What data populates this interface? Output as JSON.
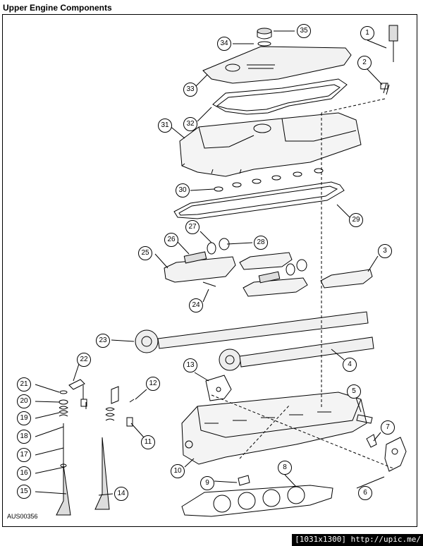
{
  "title": "Upper Engine Components",
  "figure_code": "AUS00356",
  "watermark": "[1031x1300] http://upic.me/",
  "callouts": [
    {
      "id": "c1",
      "label": "1"
    },
    {
      "id": "c2",
      "label": "2"
    },
    {
      "id": "c3",
      "label": "3"
    },
    {
      "id": "c4",
      "label": "4"
    },
    {
      "id": "c5",
      "label": "5"
    },
    {
      "id": "c6",
      "label": "6"
    },
    {
      "id": "c7",
      "label": "7"
    },
    {
      "id": "c8",
      "label": "8"
    },
    {
      "id": "c9",
      "label": "9"
    },
    {
      "id": "c10",
      "label": "10"
    },
    {
      "id": "c11",
      "label": "11"
    },
    {
      "id": "c12",
      "label": "12"
    },
    {
      "id": "c13",
      "label": "13"
    },
    {
      "id": "c14",
      "label": "14"
    },
    {
      "id": "c15",
      "label": "15"
    },
    {
      "id": "c16",
      "label": "16"
    },
    {
      "id": "c17",
      "label": "17"
    },
    {
      "id": "c18",
      "label": "18"
    },
    {
      "id": "c19",
      "label": "19"
    },
    {
      "id": "c20",
      "label": "20"
    },
    {
      "id": "c21",
      "label": "21"
    },
    {
      "id": "c22",
      "label": "22"
    },
    {
      "id": "c23",
      "label": "23"
    },
    {
      "id": "c24",
      "label": "24"
    },
    {
      "id": "c25",
      "label": "25"
    },
    {
      "id": "c26",
      "label": "26"
    },
    {
      "id": "c27",
      "label": "27"
    },
    {
      "id": "c28",
      "label": "28"
    },
    {
      "id": "c29",
      "label": "29"
    },
    {
      "id": "c30",
      "label": "30"
    },
    {
      "id": "c31",
      "label": "31"
    },
    {
      "id": "c32",
      "label": "32"
    },
    {
      "id": "c33",
      "label": "33"
    },
    {
      "id": "c34",
      "label": "34"
    },
    {
      "id": "c35",
      "label": "35"
    }
  ]
}
